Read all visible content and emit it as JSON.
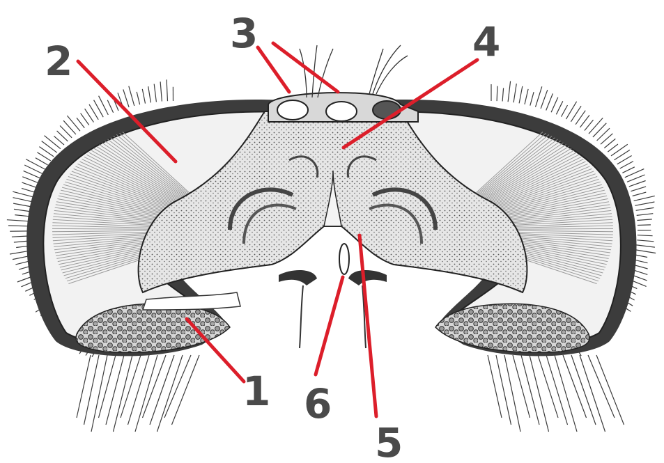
{
  "diagram": {
    "colors": {
      "ink": "#2b2b2b",
      "stipple": "#cfcfcf",
      "fill_light": "#ececec",
      "fill_white": "#f7f7f7",
      "pointer": "#dc1e2a",
      "label": "#4a4a4a"
    },
    "labels": [
      "1",
      "2",
      "3",
      "4",
      "5",
      "6"
    ]
  }
}
